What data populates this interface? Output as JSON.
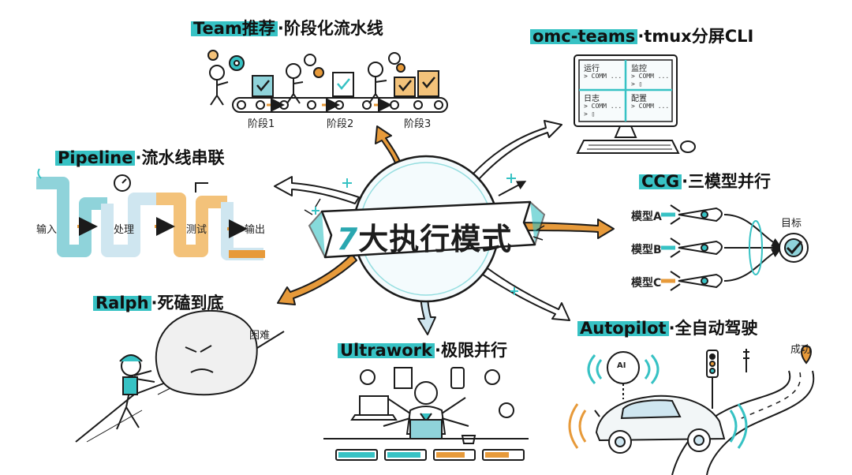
{
  "center": {
    "number": "7",
    "title": "大执行模式"
  },
  "modes": {
    "team": {
      "name": "Team推荐",
      "desc": "阶段化流水线",
      "stages": [
        "阶段1",
        "阶段2",
        "阶段3"
      ]
    },
    "omc": {
      "name": "omc-teams",
      "desc": "tmux分屏CLI",
      "panes": [
        "运行",
        "监控",
        "日志",
        "配置"
      ],
      "prompts": [
        "> COMM ...",
        "> COMM ...",
        "> ▯",
        "> COMM ...",
        "> ▯",
        "> COMM ..."
      ]
    },
    "pipeline": {
      "name": "Pipeline",
      "desc": "流水线串联",
      "steps": [
        "输入",
        "处理",
        "测试",
        "输出"
      ]
    },
    "ccg": {
      "name": "CCG",
      "desc": "三模型并行",
      "models": [
        "模型A",
        "模型B",
        "模型C"
      ],
      "target": "目标"
    },
    "ralph": {
      "name": "Ralph",
      "desc": "死磕到底",
      "obstacle": "困难"
    },
    "ultrawork": {
      "name": "Ultrawork",
      "desc": "极限并行"
    },
    "autopilot": {
      "name": "Autopilot",
      "desc": "全自动驾驶",
      "goal": "成功",
      "car_badge": "AI"
    }
  },
  "colors": {
    "teal": "#37c2c4",
    "orange": "#e79a3a",
    "ink": "#1b1b1b",
    "lightblue": "#cfe6f0"
  }
}
